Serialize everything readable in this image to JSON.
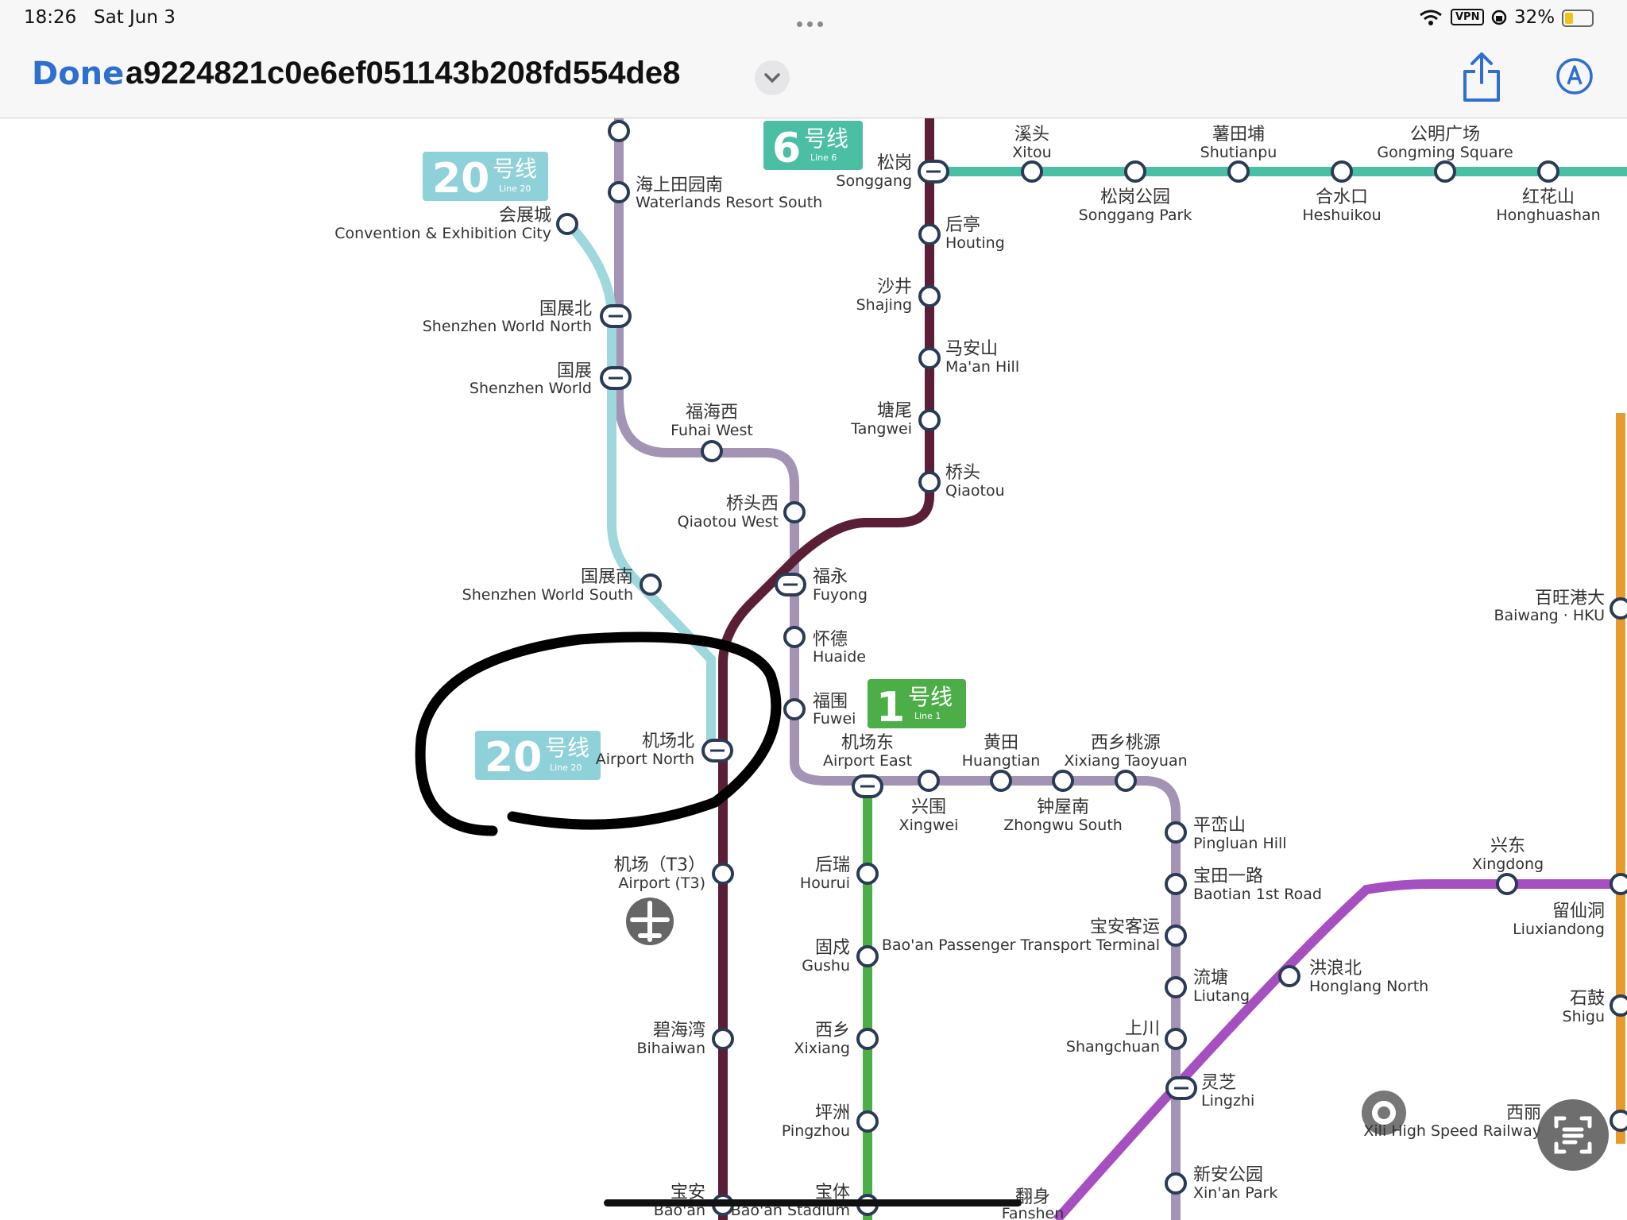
{
  "status": {
    "time": "18:26",
    "date": "Sat Jun 3",
    "vpn": "VPN",
    "battery": "32%"
  },
  "toolbar": {
    "done_label": "Done",
    "filename": "a9224821c0e6ef051143b208fd554de8"
  },
  "icons": {
    "share": "share-icon",
    "markup": "markup-icon",
    "chevron": "chevron-down-icon",
    "airport": "airplane-icon",
    "railway": "railway-station-icon",
    "livetext": "live-text-icon"
  },
  "colors": {
    "line20": "#9ed8dd",
    "line20_badge": "#8fd1d8",
    "line6": "#4bbfa3",
    "line1": "#4cae46",
    "line11": "#5a1f36",
    "line_grey": "#a393b4",
    "line_purple": "#a64fc0",
    "line_orange": "#e89a2b",
    "accent": "#2f6fd0"
  },
  "map": {
    "badge20_top": {
      "num": "20",
      "cn": "号线",
      "en": "Line 20"
    },
    "badge20_circled": {
      "num": "20",
      "cn": "号线",
      "en": "Line 20"
    },
    "badge6": {
      "num": "6",
      "cn": "号线",
      "en": "Line 6"
    },
    "badge1": {
      "num": "1",
      "cn": "号线",
      "en": "Line 1"
    },
    "stations": {
      "waterlands_resort_south": {
        "cn": "海上田园南",
        "en": "Waterlands Resort South"
      },
      "convention_exhibition_city": {
        "cn": "会展城",
        "en": "Convention & Exhibition City"
      },
      "shenzhen_world_north": {
        "cn": "国展北",
        "en": "Shenzhen World North"
      },
      "shenzhen_world": {
        "cn": "国展",
        "en": "Shenzhen World"
      },
      "fuhai_west": {
        "cn": "福海西",
        "en": "Fuhai West"
      },
      "qiaotou_west": {
        "cn": "桥头西",
        "en": "Qiaotou West"
      },
      "shenzhen_world_south": {
        "cn": "国展南",
        "en": "Shenzhen World South"
      },
      "fuyong": {
        "cn": "福永",
        "en": "Fuyong"
      },
      "huaide": {
        "cn": "怀德",
        "en": "Huaide"
      },
      "fuwei": {
        "cn": "福围",
        "en": "Fuwei"
      },
      "airport_north": {
        "cn": "机场北",
        "en": "Airport North"
      },
      "airport_east": {
        "cn": "机场东",
        "en": "Airport East"
      },
      "airport_t3": {
        "cn": "机场（T3）",
        "en": "Airport (T3)"
      },
      "bihaiwan": {
        "cn": "碧海湾",
        "en": "Bihaiwan"
      },
      "baoan": {
        "cn": "宝安",
        "en": "Bao'an"
      },
      "songgang": {
        "cn": "松岗",
        "en": "Songgang"
      },
      "houting": {
        "cn": "后亭",
        "en": "Houting"
      },
      "shajing": {
        "cn": "沙井",
        "en": "Shajing"
      },
      "maan_hill": {
        "cn": "马安山",
        "en": "Ma'an Hill"
      },
      "tangwei": {
        "cn": "塘尾",
        "en": "Tangwei"
      },
      "qiaotou": {
        "cn": "桥头",
        "en": "Qiaotou"
      },
      "xitou": {
        "cn": "溪头",
        "en": "Xitou"
      },
      "songgang_park": {
        "cn": "松岗公园",
        "en": "Songgang Park"
      },
      "shutianpu": {
        "cn": "薯田埔",
        "en": "Shutianpu"
      },
      "heshuikou": {
        "cn": "合水口",
        "en": "Heshuikou"
      },
      "gongming_square": {
        "cn": "公明广场",
        "en": "Gongming Square"
      },
      "honghuashan": {
        "cn": "红花山",
        "en": "Honghuashan"
      },
      "xingwei": {
        "cn": "兴围",
        "en": "Xingwei"
      },
      "huangtian": {
        "cn": "黄田",
        "en": "Huangtian"
      },
      "zhongwu_south": {
        "cn": "钟屋南",
        "en": "Zhongwu South"
      },
      "xixiang_taoyuan": {
        "cn": "西乡桃源",
        "en": "Xixiang Taoyuan"
      },
      "pingluan_hill": {
        "cn": "平峦山",
        "en": "Pingluan Hill"
      },
      "baotian_1st_road": {
        "cn": "宝田一路",
        "en": "Baotian 1st Road"
      },
      "baoan_passenger_terminal": {
        "cn": "宝安客运",
        "en": "Bao'an Passenger Transport Terminal"
      },
      "liutang": {
        "cn": "流塘",
        "en": "Liutang"
      },
      "shangchuan": {
        "cn": "上川",
        "en": "Shangchuan"
      },
      "lingzhi": {
        "cn": "灵芝",
        "en": "Lingzhi"
      },
      "xinan_park": {
        "cn": "新安公园",
        "en": "Xin'an Park"
      },
      "hourui": {
        "cn": "后瑞",
        "en": "Hourui"
      },
      "gushu": {
        "cn": "固戍",
        "en": "Gushu"
      },
      "xixiang": {
        "cn": "西乡",
        "en": "Xixiang"
      },
      "pingzhou": {
        "cn": "坪洲",
        "en": "Pingzhou"
      },
      "baoan_stadium": {
        "cn": "宝体",
        "en": "Bao'an Stadium"
      },
      "fanshen": {
        "cn": "翻身",
        "en": "Fanshen"
      },
      "honglang_north": {
        "cn": "洪浪北",
        "en": "Honglang North"
      },
      "xingdong": {
        "cn": "兴东",
        "en": "Xingdong"
      },
      "liuxiandong": {
        "cn": "留仙洞",
        "en": "Liuxiandong"
      },
      "shigu": {
        "cn": "石鼓",
        "en": "Shigu"
      },
      "baiwang_hku": {
        "cn": "百旺港大",
        "en": "Baiwang · HKU"
      },
      "xili_hsr": {
        "cn": "西丽",
        "en": "Xili High Speed Railway"
      }
    }
  }
}
